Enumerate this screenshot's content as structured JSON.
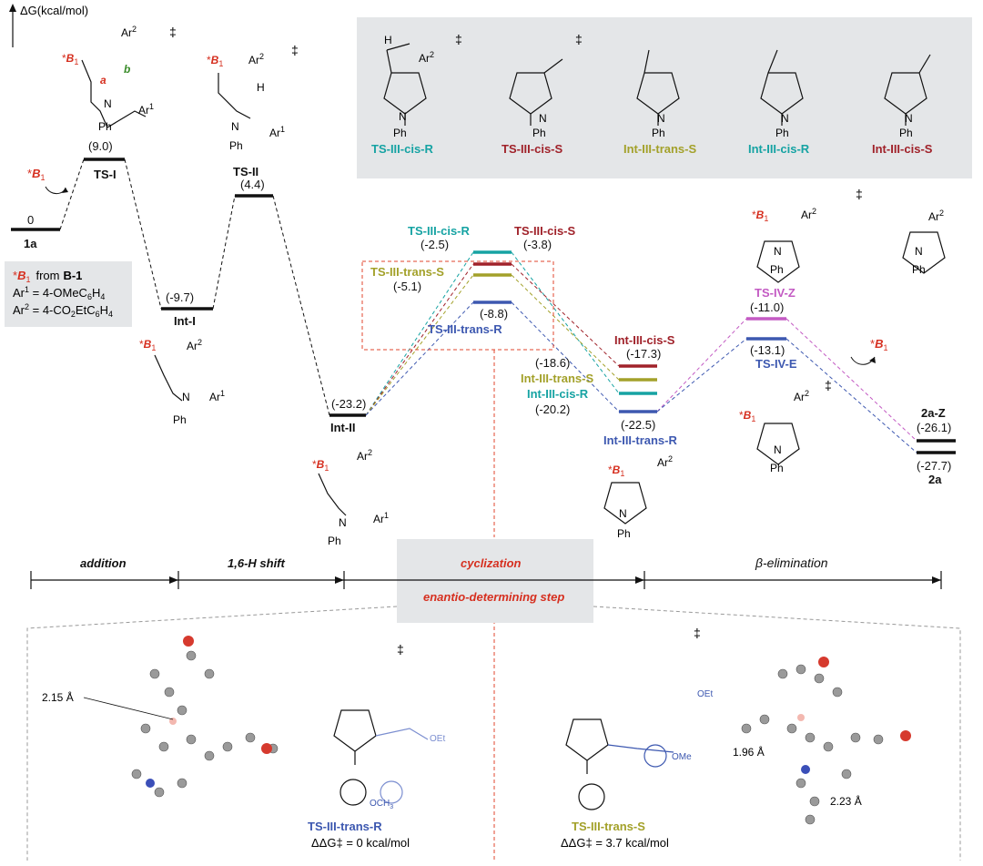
{
  "axis_label": "ΔG(kcal/mol)",
  "colors": {
    "black": "#111111",
    "teal": "#16a3a3",
    "darkred": "#a0222a",
    "olive": "#a3a12a",
    "blue": "#3d58b0",
    "magenta": "#c35ac3",
    "red": "#d62f1f",
    "green": "#3a8c2a",
    "panel": "#e4e6e8"
  },
  "levels": {
    "l_1a": "0",
    "n_1a": "1a",
    "l_tsi": "(9.0)",
    "n_tsi": "TS-I",
    "l_inti": "(-9.7)",
    "n_inti": "Int-I",
    "l_tsii": "(4.4)",
    "n_tsii": "TS-II",
    "l_intii": "(-23.2)",
    "n_intii": "Int-II",
    "l_tsciR": "(-2.5)",
    "n_tsciR": "TS-III-cis-R",
    "l_tsciS": "(-3.8)",
    "n_tsciS": "TS-III-cis-S",
    "l_tstrS": "(-5.1)",
    "n_tstrS": "TS-III-trans-S",
    "l_tstrR": "(-8.8)",
    "n_tstrR": "TS-III-trans-R",
    "l_iciS": "(-17.3)",
    "n_iciS": "Int-III-cis-S",
    "l_itrS": "(-18.6)",
    "n_itrS": "Int-III-trans-S",
    "l_iciR": "(-20.2)",
    "n_iciR": "Int-III-cis-R",
    "l_itrR": "(-22.5)",
    "n_itrR": "Int-III-trans-R",
    "l_tsivZ": "(-11.0)",
    "n_tsivZ": "TS-IV-Z",
    "l_tsivE": "(-13.1)",
    "n_tsivE": "TS-IV-E",
    "l_2aZ": "(-26.1)",
    "n_2aZ": "2a-Z",
    "l_2a": "(-27.7)",
    "n_2a": "2a"
  },
  "legend": {
    "b1": "B",
    "b1_sub": "1",
    "from": "from",
    "b_1": "B-1",
    "ar1": "Ar",
    "ar1_eq": " = 4-OMeC",
    "ar1_h": "H",
    "ar2_eq": " = 4-CO",
    "ar2_tail": "EtC",
    "ar2_h": "H"
  },
  "panel_labels": [
    "TS-III-cis-R",
    "TS-III-cis-S",
    "Int-III-trans-S",
    "Int-III-cis-R",
    "Int-III-cis-S"
  ],
  "stages": {
    "addition": "addition",
    "shift": "1,6-H shift",
    "cyclization": "cyclization",
    "beta": "β-elimination",
    "eds": "enantio-determining step"
  },
  "bottom": {
    "d1": "2.15 Å",
    "d2": "1.96 Å",
    "d3": "2.23 Å",
    "ts_R": "TS-III-trans-R",
    "ts_S": "TS-III-trans-S",
    "dd_R": "ΔΔG‡ = 0 kcal/mol",
    "dd_S": "ΔΔG‡ = 3.7 kcal/mol",
    "och3": "OCH",
    "ome": "OMe",
    "oet": "OEt"
  },
  "chem_text": {
    "ar1": "Ar",
    "ar2": "Ar",
    "ph": "Ph",
    "n": "N",
    "h": "H",
    "a": "a",
    "b": "b",
    "dagger": "‡"
  }
}
